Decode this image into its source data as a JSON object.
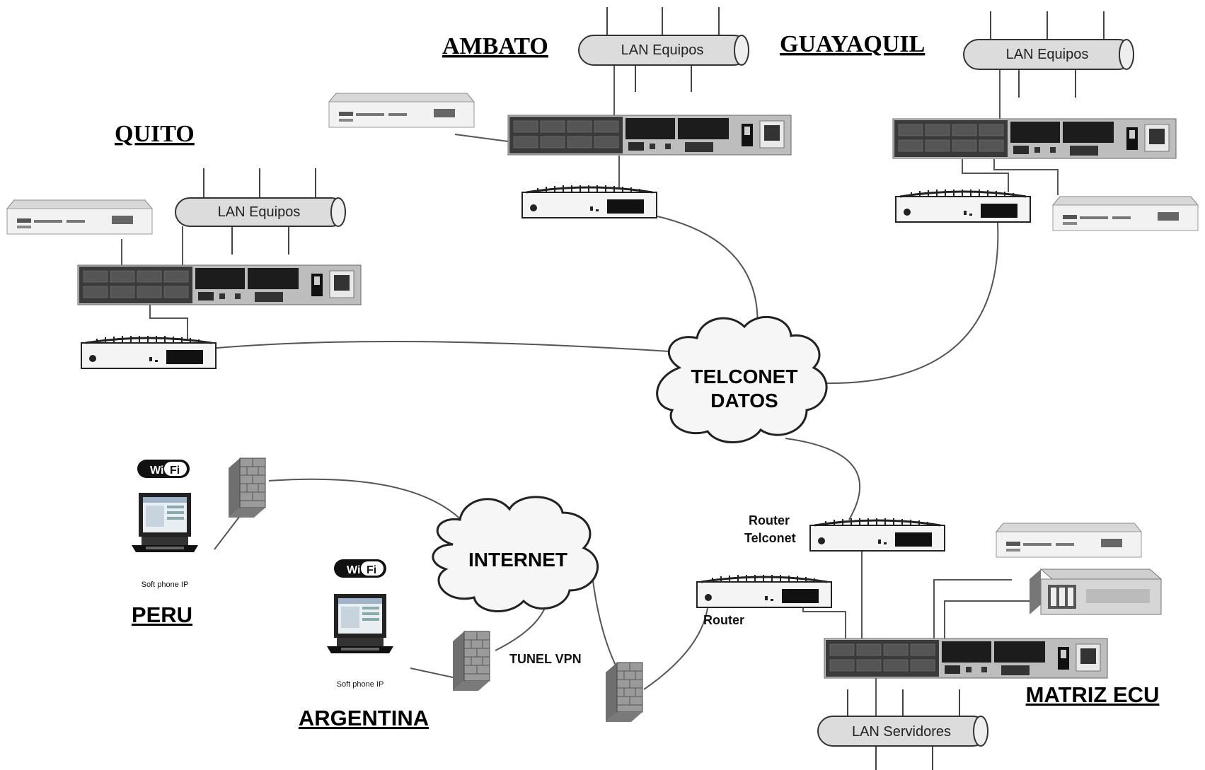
{
  "sites": {
    "ambato": "AMBATO",
    "guayaquil": "GUAYAQUIL",
    "quito": "QUITO",
    "peru": "PERU",
    "argentina": "ARGENTINA",
    "matriz": "MATRIZ ECU"
  },
  "clouds": {
    "telconet_line1": "TELCONET",
    "telconet_line2": "DATOS",
    "internet": "INTERNET"
  },
  "lans": {
    "ambato": "LAN Equipos",
    "guayaquil": "LAN Equipos",
    "quito": "LAN Equipos",
    "matriz": "LAN Servidores"
  },
  "labels": {
    "router_telconet_line1": "Router",
    "router_telconet_line2": "Telconet",
    "router": "Router",
    "tunel_vpn": "TUNEL VPN",
    "softphone_peru": "Soft phone IP",
    "softphone_argentina": "Soft phone IP",
    "wifi_badge": "Wi",
    "wifi_badge_fi": "Fi"
  },
  "colors": {
    "link": "#555555",
    "switch_body": "#3a3a3a",
    "switch_panel": "#c9c9c9",
    "firewall": "#8a8a8a",
    "lan_tube": "#dcdcdc"
  },
  "icons": {
    "switch": "switch-icon",
    "router": "router-icon",
    "gateway": "gateway-icon",
    "firewall": "firewall-icon",
    "laptop": "laptop-icon",
    "server": "server-icon",
    "cloud": "cloud-icon"
  }
}
